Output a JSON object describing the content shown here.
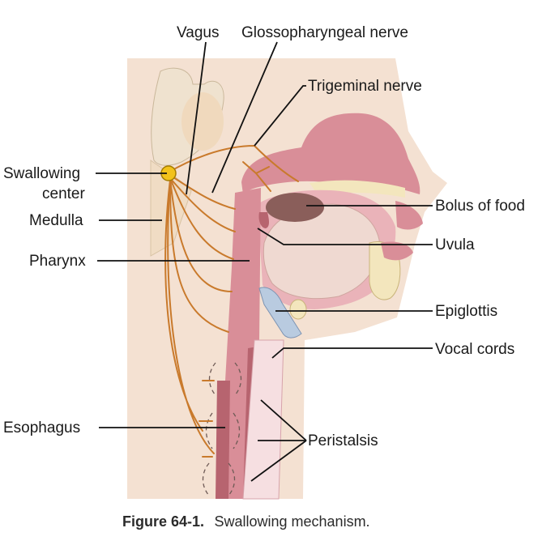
{
  "colors": {
    "skin": "#f4e1d2",
    "tissue_pink": "#d98e98",
    "tissue_dark": "#b7646f",
    "tissue_light": "#eab3b9",
    "bone": "#f3e6bd",
    "bolus": "#8a5e5a",
    "nerve": "#c97a2c",
    "swallowing_center": "#f2c21b",
    "epiglottis": "#b9cbe0"
  },
  "labels": {
    "vagus": "Vagus",
    "glossopharyngeal": "Glossopharyngeal nerve",
    "trigeminal": "Trigeminal nerve",
    "swallowing_center_1": "Swallowing",
    "swallowing_center_2": "center",
    "medulla": "Medulla",
    "pharynx": "Pharynx",
    "esophagus": "Esophagus",
    "bolus": "Bolus of food",
    "uvula": "Uvula",
    "epiglottis": "Epiglottis",
    "vocal_cords": "Vocal cords",
    "peristalsis": "Peristalsis"
  },
  "caption": {
    "number": "Figure 64-1.",
    "text": "Swallowing mechanism."
  }
}
